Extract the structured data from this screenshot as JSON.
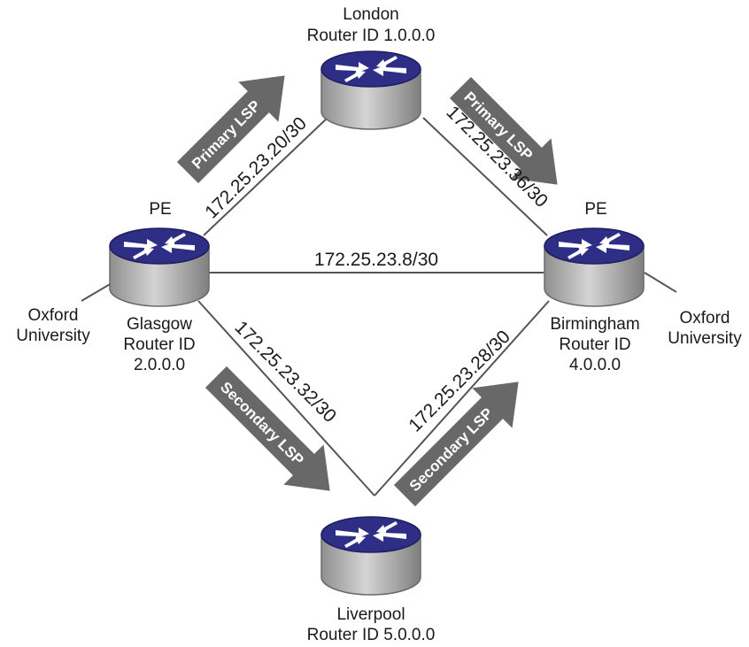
{
  "routers": {
    "london": {
      "name": "London",
      "router_id": "Router ID 1.0.0.0"
    },
    "glasgow": {
      "role": "PE",
      "name": "Glasgow",
      "router_id_label": "Router ID",
      "router_id": "2.0.0.0"
    },
    "birmingham": {
      "role": "PE",
      "name": "Birmingham",
      "router_id_label": "Router ID",
      "router_id": "4.0.0.0"
    },
    "liverpool": {
      "name": "Liverpool",
      "router_id": "Router ID 5.0.0.0"
    }
  },
  "sites": {
    "left": {
      "line1": "Oxford",
      "line2": "University"
    },
    "right": {
      "line1": "Oxford",
      "line2": "University"
    }
  },
  "links": {
    "glasgow_london": "172.25.23.20/30",
    "london_birmingham": "172.25.23.36/30",
    "glasgow_birmingham": "172.25.23.8/30",
    "glasgow_liverpool": "172.25.23.32/30",
    "liverpool_birmingham": "172.25.23.28/30"
  },
  "lsps": {
    "primary_up": "Primary LSP",
    "primary_down": "Primary LSP",
    "secondary_down": "Secondary LSP",
    "secondary_up": "Secondary LSP"
  },
  "colors": {
    "router_body": "#b9b9b9",
    "router_top": "#2e2e86",
    "arrow": "#686868"
  }
}
